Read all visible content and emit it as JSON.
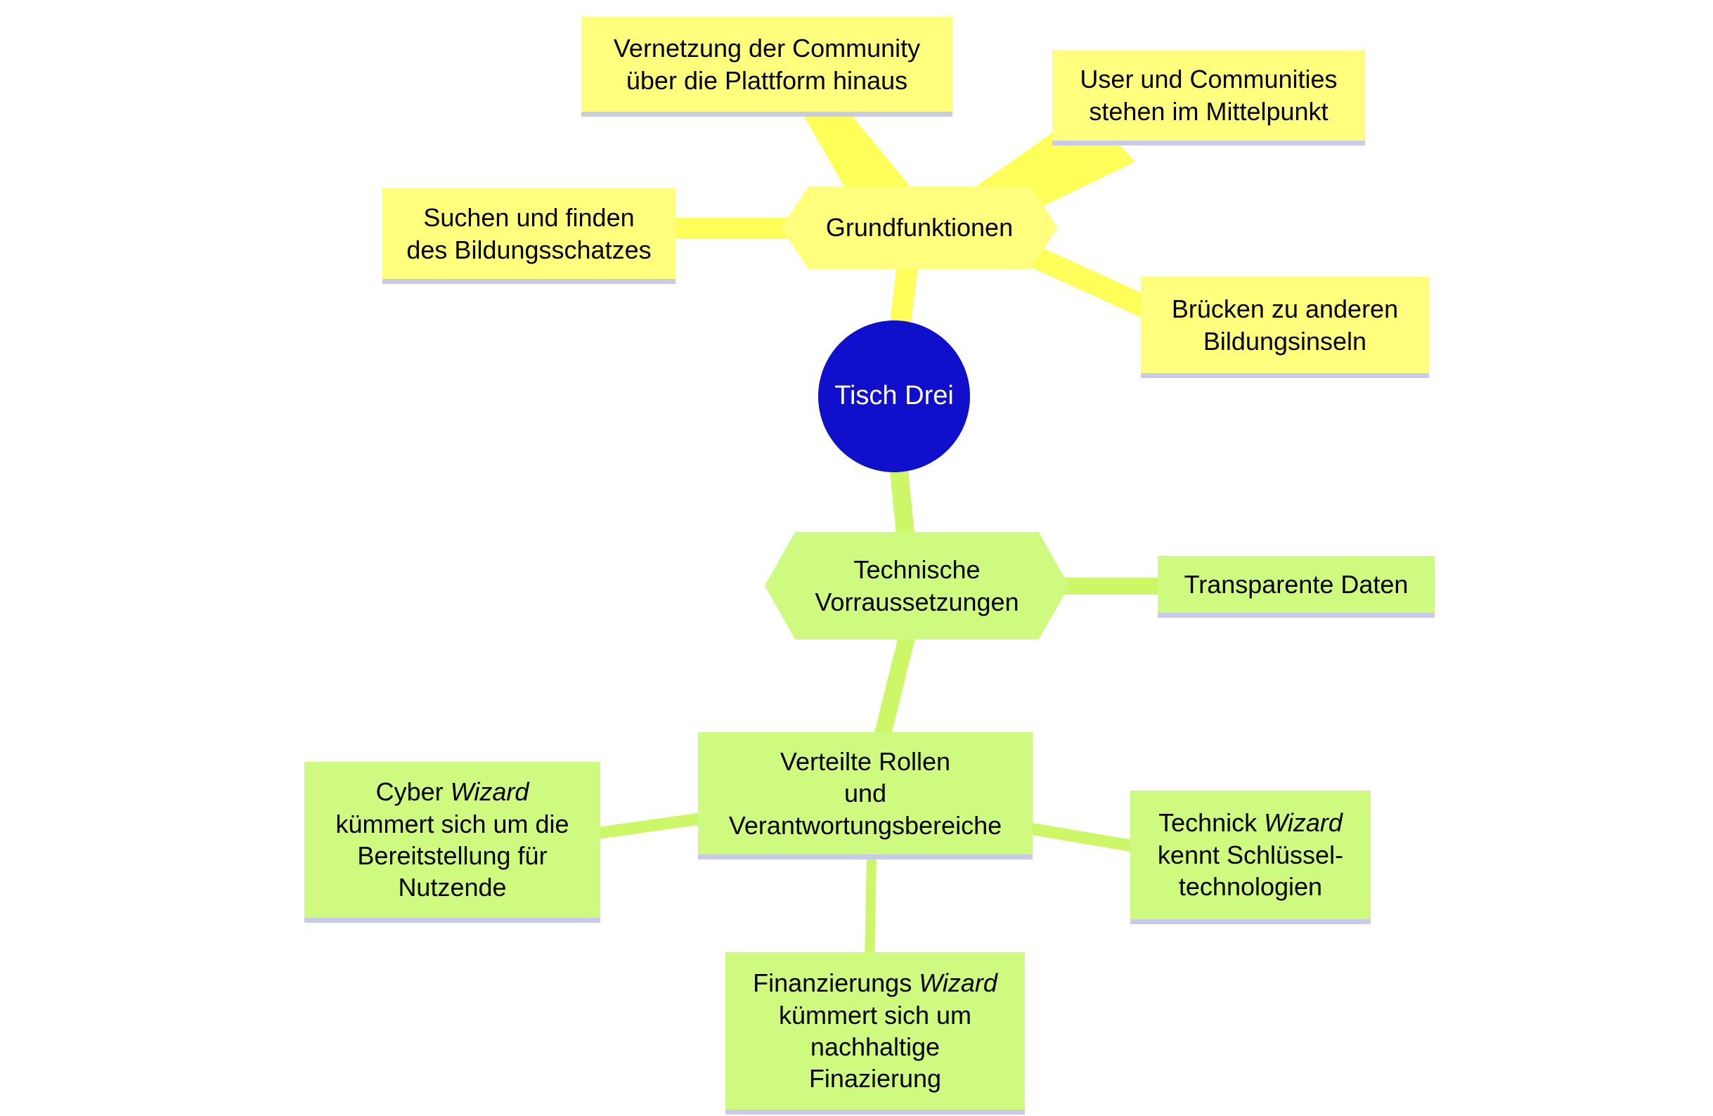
{
  "diagram": {
    "type": "mindmap",
    "colors": {
      "branch_yellow_fill": "#ffff7d",
      "branch_yellow_line": "#ffff5a",
      "branch_green_fill": "#cefa7f",
      "branch_green_line": "#cdf766",
      "center_blue": "#1010cc",
      "shadow_lavender": "#c9c9ec",
      "text": "#000000"
    },
    "nodes": {
      "center": {
        "label": "Tisch Drei"
      },
      "grundfunktionen": {
        "label": "Grundfunktionen"
      },
      "vernetzung": {
        "text": "Vernetzung der Community\nüber die Plattform hinaus"
      },
      "user_communities": {
        "text": "User und Communities\nstehen im Mittelpunkt"
      },
      "suchen": {
        "text": "Suchen und finden\ndes Bildungsschatzes"
      },
      "bruecken": {
        "text": "Brücken zu anderen\nBildungsinseln"
      },
      "technische": {
        "text": "Technische\nVorraussetzungen"
      },
      "transparente": {
        "text": "Transparente Daten"
      },
      "verteilte": {
        "text": "Verteilte Rollen\nund\nVerantwortungsbereiche"
      },
      "cyber": {
        "segments": [
          {
            "t": "Cyber ",
            "i": false
          },
          {
            "t": "Wizard",
            "i": true
          },
          {
            "t": "\nkümmert sich um die\nBereitstellung für\nNutzende",
            "i": false
          }
        ]
      },
      "technick": {
        "segments": [
          {
            "t": "Technick ",
            "i": false
          },
          {
            "t": "Wizard",
            "i": true
          },
          {
            "t": "\nkennt Schlüssel-\ntechnologien",
            "i": false
          }
        ]
      },
      "finanzierungs": {
        "segments": [
          {
            "t": "Finanzierungs ",
            "i": false
          },
          {
            "t": "Wizard",
            "i": true
          },
          {
            "t": "\nkümmert sich um\nnachhaltige\nFinazierung",
            "i": false
          }
        ]
      }
    },
    "edges": [
      {
        "from": "center",
        "to": "grundfunktionen"
      },
      {
        "from": "grundfunktionen",
        "to": "vernetzung"
      },
      {
        "from": "grundfunktionen",
        "to": "user_communities"
      },
      {
        "from": "grundfunktionen",
        "to": "suchen"
      },
      {
        "from": "grundfunktionen",
        "to": "bruecken"
      },
      {
        "from": "center",
        "to": "technische"
      },
      {
        "from": "technische",
        "to": "transparente"
      },
      {
        "from": "technische",
        "to": "verteilte"
      },
      {
        "from": "verteilte",
        "to": "cyber"
      },
      {
        "from": "verteilte",
        "to": "technick"
      },
      {
        "from": "verteilte",
        "to": "finanzierungs"
      }
    ]
  }
}
